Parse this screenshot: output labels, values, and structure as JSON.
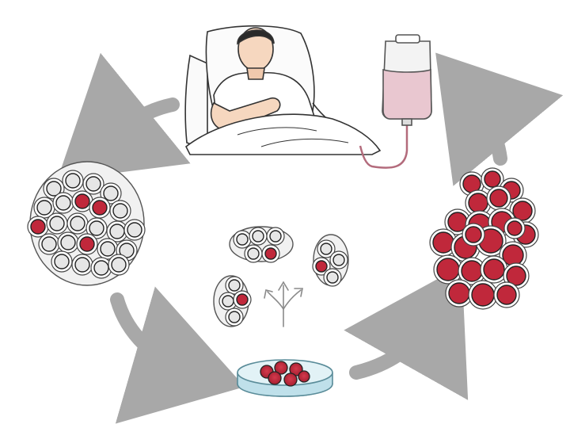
{
  "diagram": {
    "description_free": true,
    "nodes": [
      {
        "id": "patient",
        "icon": "patient-in-bed-icon"
      },
      {
        "id": "blood-bag",
        "icon": "iv-blood-bag-icon"
      },
      {
        "id": "tumor-cluster-left",
        "icon": "cell-cluster-icon"
      },
      {
        "id": "separated-cells",
        "icon": "separated-cells-icon"
      },
      {
        "id": "petri-dish",
        "icon": "petri-dish-icon"
      },
      {
        "id": "expanded-cells",
        "icon": "red-cell-mass-icon"
      }
    ],
    "edges": [
      {
        "from": "patient",
        "to": "tumor-cluster-left"
      },
      {
        "from": "tumor-cluster-left",
        "to": "petri-dish"
      },
      {
        "from": "petri-dish",
        "to": "expanded-cells"
      },
      {
        "from": "expanded-cells",
        "to": "blood-bag"
      },
      {
        "from": "blood-bag",
        "to": "patient"
      }
    ],
    "colors": {
      "arrow": "#a8a8a8",
      "red_cell": "#c0283b",
      "white_cell": "#e6e6e6",
      "outline": "#333333",
      "blood_bag": "#e9c7d0",
      "dish": "#bfe0ea"
    }
  }
}
